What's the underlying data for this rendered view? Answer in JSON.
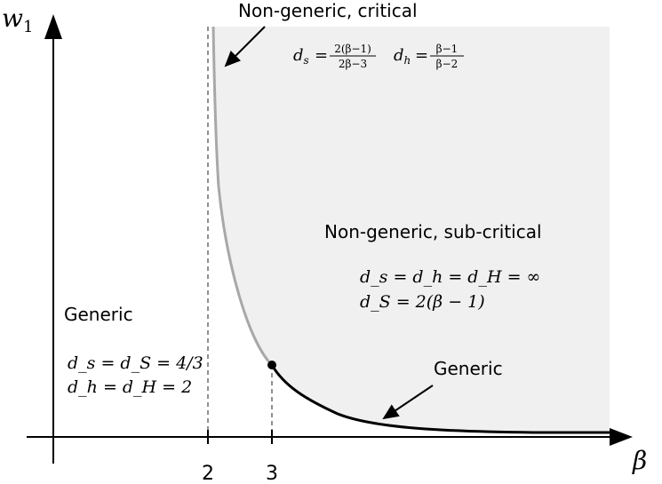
{
  "axes": {
    "x_symbol": "β",
    "y_symbol": "w",
    "y_subscript": "1",
    "ticks": [
      "2",
      "3"
    ]
  },
  "regions": {
    "top_label": "Non-generic, critical",
    "top_ds_lhs": "d",
    "top_ds_sub": "s",
    "top_ds_num": "2(β−1)",
    "top_ds_den": "2β−3",
    "top_dh_lhs": "d",
    "top_dh_sub": "h",
    "top_dh_num": "β−1",
    "top_dh_den": "β−2",
    "subcritical_label": "Non-generic, sub-critical",
    "subcritical_eq1": "d_s = d_h = d_H = ∞",
    "subcritical_eq2": "d_S = 2(β − 1)",
    "generic_left_label": "Generic",
    "generic_left_eq1": "d_s = d_S = 4/3",
    "generic_left_eq2": "d_h = d_H = 2",
    "generic_right_label": "Generic"
  },
  "colors": {
    "shaded_region": "#f0f0f0",
    "critical_curve": "#a8a8a8",
    "generic_curve": "#000000",
    "dashed_lines": "#909090"
  }
}
